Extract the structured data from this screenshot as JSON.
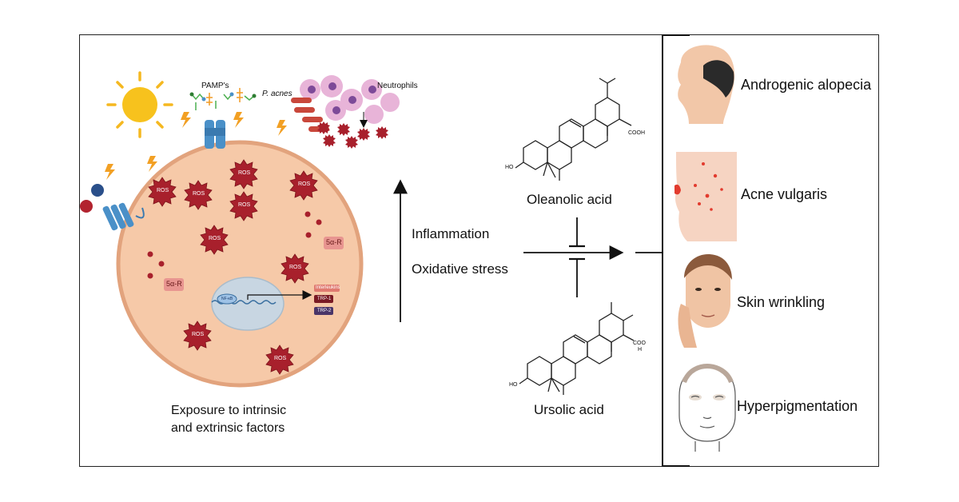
{
  "cell": {
    "exposure_line1": "Exposure to intrinsic",
    "exposure_line2": "and extrinsic factors",
    "ros_label": "ROS",
    "five_ar_label": "5α-R",
    "pamps_label": "PAMP's",
    "pacnes_label": "P. acnes",
    "neutrophils_label": "Neutrophils",
    "nucleus_labels": {
      "nfkb": "NF-κB",
      "interleukins": "Interleukins",
      "trp1": "TRP-1",
      "trp2": "TRP-2"
    }
  },
  "processes": {
    "inflammation": "Inflammation",
    "oxidative_stress": "Oxidative stress"
  },
  "compounds": {
    "oleanolic": "Oleanolic acid",
    "ursolic": "Ursolic acid",
    "cooh": "COOH",
    "coo": "COO",
    "h": "H",
    "ho": "HO"
  },
  "conditions": [
    {
      "label": "Androgenic alopecia",
      "icon": "bald-head-icon"
    },
    {
      "label": "Acne vulgaris",
      "icon": "acne-skin-icon"
    },
    {
      "label": "Skin wrinkling",
      "icon": "aging-face-icon"
    },
    {
      "label": "Hyperpigmentation",
      "icon": "pigmented-face-icon"
    }
  ],
  "colors": {
    "cell_fill": "#f6c9a8",
    "cell_border": "#e2a37d",
    "ros_fill": "#a8202c",
    "receptor": "#4a90c8",
    "nucleus": "#c8d6e2"
  }
}
